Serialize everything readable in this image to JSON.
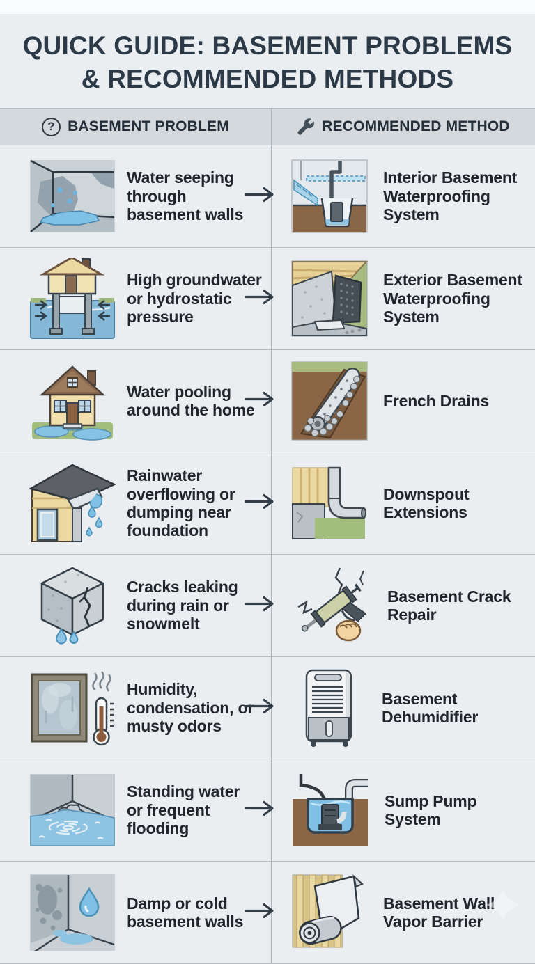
{
  "title": "QUICK GUIDE: BASEMENT PROBLEMS\n& RECOMMENDED METHODS",
  "header": {
    "problem_label": "BASEMENT PROBLEM",
    "problem_icon": "question-circle-icon",
    "question_mark": "?",
    "method_label": "RECOMMENDED METHOD",
    "method_icon": "wrench-icon"
  },
  "colors": {
    "page_background": "#eaeef1",
    "header_background": "#d3d9dd",
    "title_text": "#2c3947",
    "body_text": "#20262c",
    "divider": "#a9b2b8",
    "arrow": "#333e49",
    "water_blue": "#7fc0e4",
    "grass_green": "#a3bd7d",
    "soil_brown": "#8a6647",
    "siding_tan": "#ecd9a2",
    "concrete_gray": "#c6ced3"
  },
  "rows": [
    {
      "problem": "Water seeping\nthrough\nbasement walls",
      "problem_icon": "wall-seepage-icon",
      "method": "Interior Basement\nWaterproofing\nSystem",
      "method_icon": "interior-waterproofing-icon"
    },
    {
      "problem": "High groundwater\nor hydrostatic\npressure",
      "problem_icon": "groundwater-house-icon",
      "method": "Exterior Basement\nWaterproofing\nSystem",
      "method_icon": "exterior-waterproofing-icon"
    },
    {
      "problem": "Water pooling\naround the home",
      "problem_icon": "house-pooling-icon",
      "method": "French Drains",
      "method_icon": "french-drain-icon"
    },
    {
      "problem": "Rainwater\noverflowing or\ndumping near\nfoundation",
      "problem_icon": "gutter-overflow-icon",
      "method": "Downspout\nExtensions",
      "method_icon": "downspout-extension-icon"
    },
    {
      "problem": "Cracks leaking\nduring rain or\nsnowmelt",
      "problem_icon": "cracked-block-icon",
      "method": "Basement Crack\nRepair",
      "method_icon": "crack-repair-icon"
    },
    {
      "problem": "Humidity,\ncondensation, or\nmusty odors",
      "problem_icon": "window-humidity-icon",
      "method": "Basement\nDehumidifier",
      "method_icon": "dehumidifier-icon"
    },
    {
      "problem": "Standing water\nor frequent\nflooding",
      "problem_icon": "flooded-floor-icon",
      "method": "Sump Pump\nSystem",
      "method_icon": "sump-pump-icon"
    },
    {
      "problem": "Damp or cold\nbasement walls",
      "problem_icon": "damp-wall-icon",
      "method": "Basement Wall\nVapor Barrier",
      "method_icon": "vapor-barrier-icon"
    }
  ]
}
